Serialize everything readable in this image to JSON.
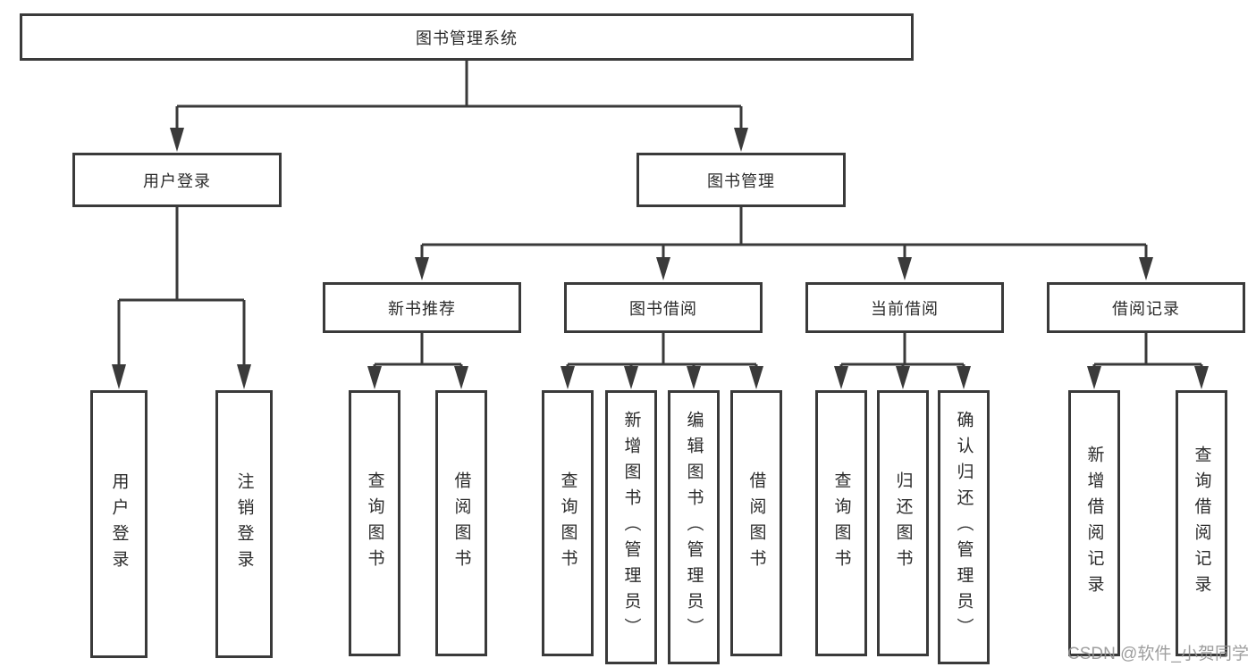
{
  "tree": {
    "root": {
      "label": "图书管理系统",
      "children": [
        {
          "label": "用户登录",
          "children": [
            {
              "label": "用户登录"
            },
            {
              "label": "注销登录"
            }
          ]
        },
        {
          "label": "图书管理",
          "children": [
            {
              "label": "新书推荐",
              "children": [
                {
                  "label": "查询图书"
                },
                {
                  "label": "借阅图书"
                }
              ]
            },
            {
              "label": "图书借阅",
              "children": [
                {
                  "label": "查询图书"
                },
                {
                  "label": "新增图书（管理员）"
                },
                {
                  "label": "编辑图书（管理员）"
                },
                {
                  "label": "借阅图书"
                }
              ]
            },
            {
              "label": "当前借阅",
              "children": [
                {
                  "label": "查询图书"
                },
                {
                  "label": "归还图书"
                },
                {
                  "label": "确认归还（管理员）"
                }
              ]
            },
            {
              "label": "借阅记录",
              "children": [
                {
                  "label": "新增借阅记录"
                },
                {
                  "label": "查询借阅记录"
                }
              ]
            }
          ]
        }
      ]
    }
  },
  "watermark": {
    "text": "CSDN @软件_小贺同学"
  },
  "colors": {
    "line": "#3a3a3a",
    "text": "#2b2b2b",
    "watermark": "#949494",
    "background": "#ffffff"
  }
}
